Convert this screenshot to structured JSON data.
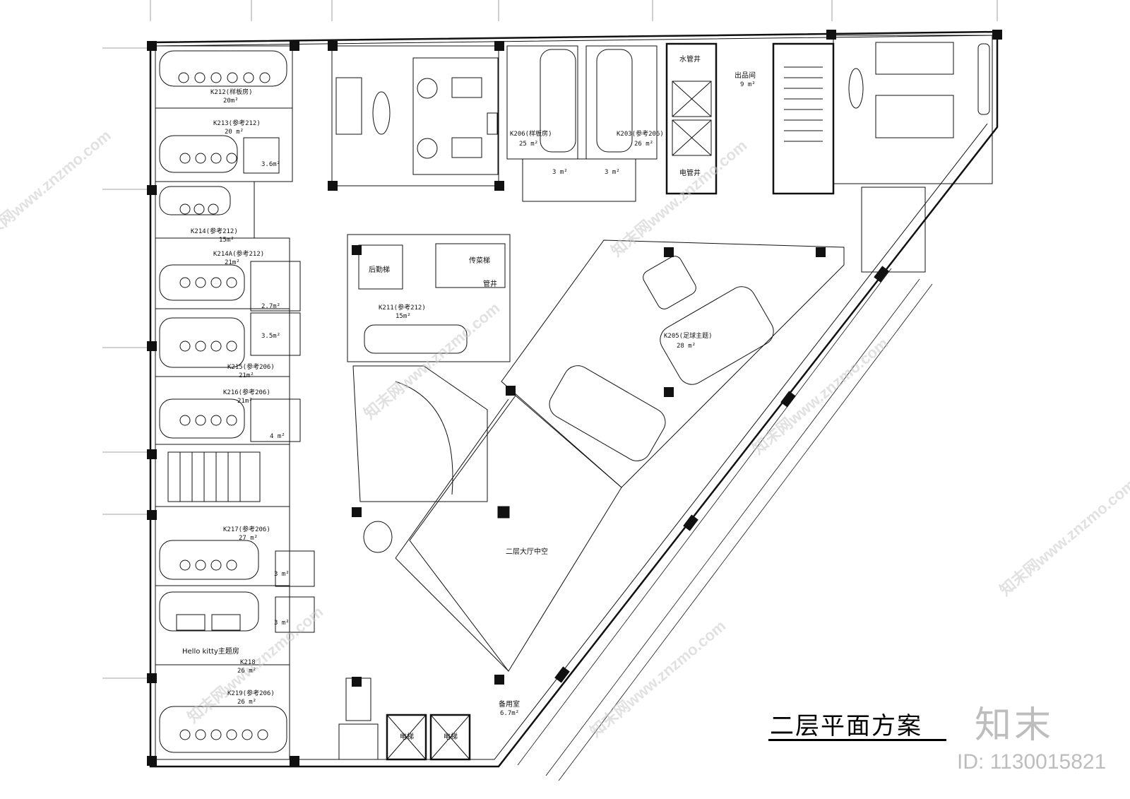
{
  "drawing_title": "二层平面方案",
  "logo_text": "知末",
  "id_text": "ID: 1130015821",
  "watermark_text": "知末网www.znzmo.com",
  "rooms": {
    "k212_a": "K212(样板房)",
    "k212_b": "20m²",
    "k213_a": "K213(参考212)",
    "k213_b": "20 m²",
    "k214_a": "K214(参考212)",
    "k214_b": "15m²",
    "k214a_a": "K214A(参考212)",
    "k214a_b": "21m²",
    "k215_a": "K215(参考206)",
    "k215_b": "21m²",
    "k216_a": "K216(参考206)",
    "k216_b": "21m²",
    "k217_a": "K217(参考206)",
    "k217_b": "27 m²",
    "k218_theme": "Hello kitty主题房",
    "k218_a": "K218",
    "k218_b": "26 m²",
    "k219_a": "K219(参考206)",
    "k219_b": "26 m²",
    "k211_a": "K211(参考212)",
    "k211_b": "15m²",
    "k206_a": "K206(样板房)",
    "k206_b": "25 m²",
    "k203_a": "K203(参考206)",
    "k203_b": "26 m²",
    "k205_a": "K205(足球主题)",
    "k205_b": "28 m²",
    "water_shaft": "水管井",
    "elec_shaft": "电管井",
    "product_room_a": "出品间",
    "product_room_b": "9 m²",
    "service_lift": "后勤梯",
    "dumbwaiter": "传菜梯",
    "pipe_shaft": "管井",
    "atrium": "二层大厅中空",
    "spare_a": "备用室",
    "spare_b": "6.7m²",
    "lift_1": "电梯",
    "lift_2": "电梯",
    "wc_36": "3.6m²",
    "wc_27": "2.7m²",
    "wc_35": "3.5m²",
    "wc_4": "4 m²",
    "wc_3a": "3 m²",
    "wc_3b": "3 m²",
    "wc_3c": "3 m²",
    "wc_3d": "3 m²"
  }
}
